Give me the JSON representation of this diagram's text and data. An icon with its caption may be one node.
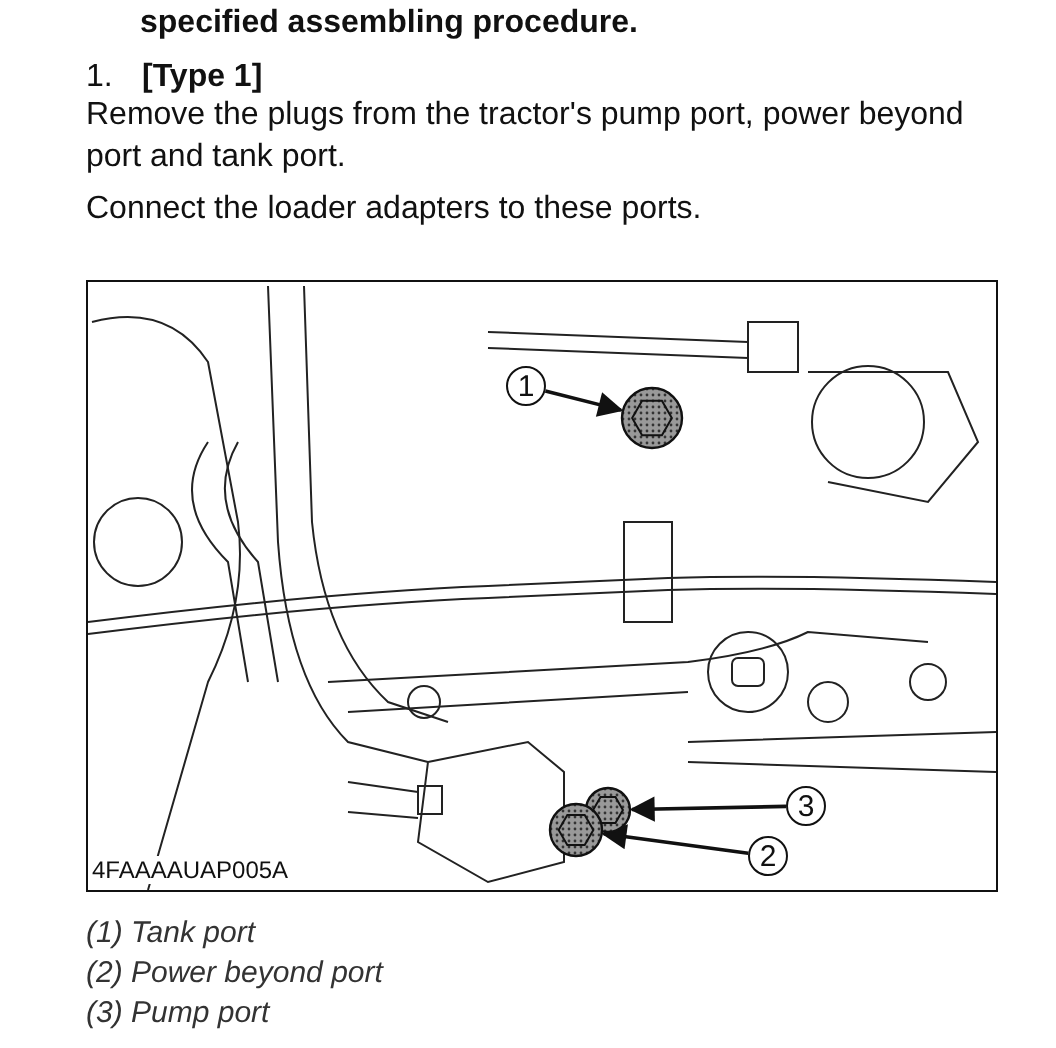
{
  "diagram": {
    "nodes": [
      {
        "text": [
          "1"
        ]
      },
      {
        "text": [],
        "shape": "picture"
      },
      {
        "text": [],
        "shape": "picture"
      },
      {
        "text": [
          "3"
        ]
      },
      {
        "text": [],
        "shape": "picture"
      },
      {
        "text": [
          "2"
        ]
      }
    ],
    "edges": [
      {
        "from": 0,
        "to": 1,
        "arrow": "to"
      },
      {
        "from": 3,
        "to": 2,
        "arrow": "to"
      },
      {
        "from": 5,
        "to": 4,
        "arrow": "to"
      }
    ],
    "labels": [
      "specified assembling procedure.",
      "1.",
      "[Type 1]",
      "Remove the plugs from the tractor's pump port, power beyond port and tank port.",
      "Connect the loader adapters to these ports.",
      "4FAAAAUAP005A",
      "(1) Tank port",
      "(2) Power beyond port",
      "(3) Pump port"
    ]
  }
}
